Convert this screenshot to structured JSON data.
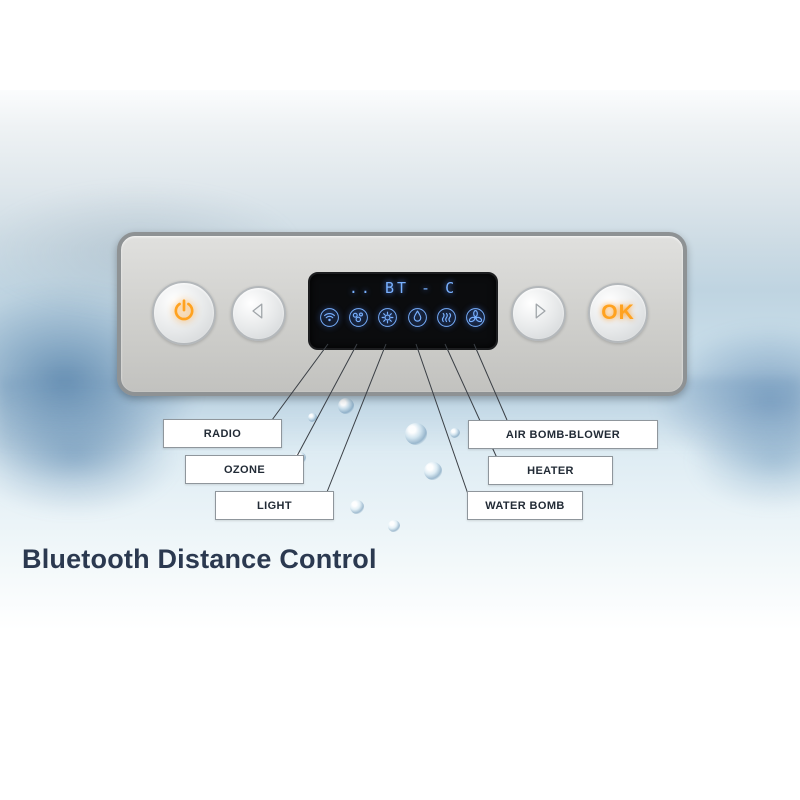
{
  "title": "Bluetooth Distance Control",
  "panel": {
    "display": {
      "value": ".. BT - C",
      "icons": [
        {
          "id": "radio",
          "label": "RADIO"
        },
        {
          "id": "ozone",
          "label": "OZONE"
        },
        {
          "id": "light",
          "label": "LIGHT"
        },
        {
          "id": "water-bomb",
          "label": "WATER BOMB"
        },
        {
          "id": "heater",
          "label": "HEATER"
        },
        {
          "id": "air-bomb-blower",
          "label": "AIR BOMB-BLOWER"
        }
      ]
    },
    "buttons": {
      "ok_label": "OK"
    }
  },
  "colors": {
    "accent_orange": "#ffa21f",
    "display_blue": "#79b1ff",
    "display_bg": "#0b0c0e",
    "title_color": "#2b3950"
  }
}
